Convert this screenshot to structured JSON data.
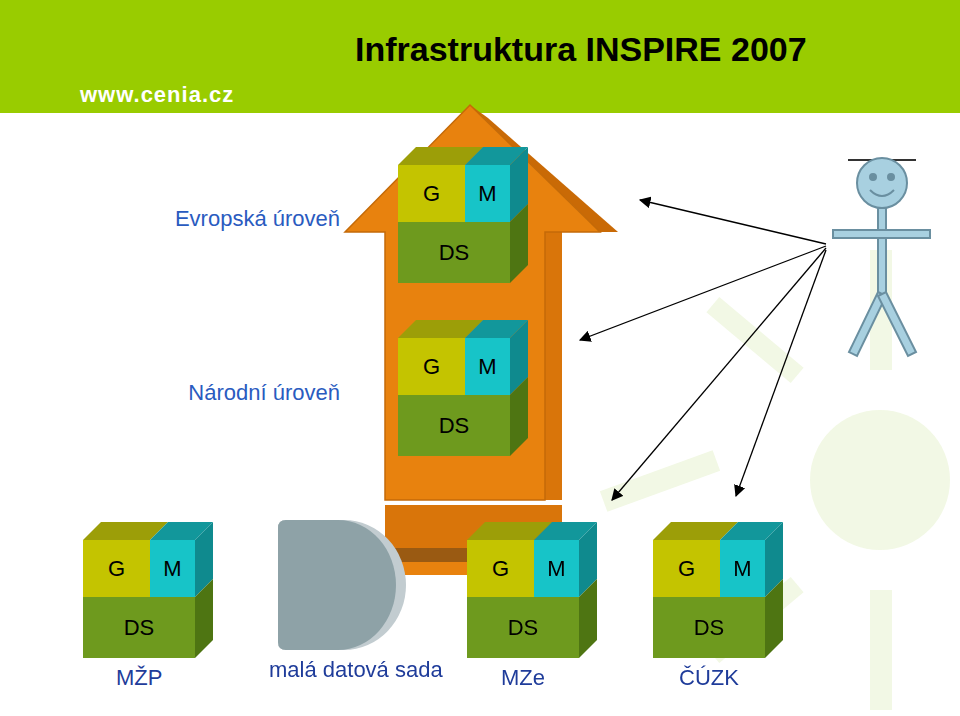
{
  "diagram": {
    "title": "Infrastruktura INSPIRE 2007",
    "nodes": [
      {
        "text": [
          "G",
          "M",
          "DS"
        ]
      },
      {
        "text": [
          "G",
          "M",
          "DS"
        ]
      },
      {
        "text": [
          "G",
          "M",
          "DS",
          "MŽP"
        ]
      },
      {
        "text": [
          "malá datová sada"
        ]
      },
      {
        "text": [
          "G",
          "M",
          "DS",
          "MZe"
        ]
      },
      {
        "text": [
          "G",
          "M",
          "DS",
          "ČÚZK"
        ]
      }
    ],
    "labels": [
      "www.cenia.cz",
      "Evropská úroveň",
      "Národní úroveň"
    ]
  }
}
